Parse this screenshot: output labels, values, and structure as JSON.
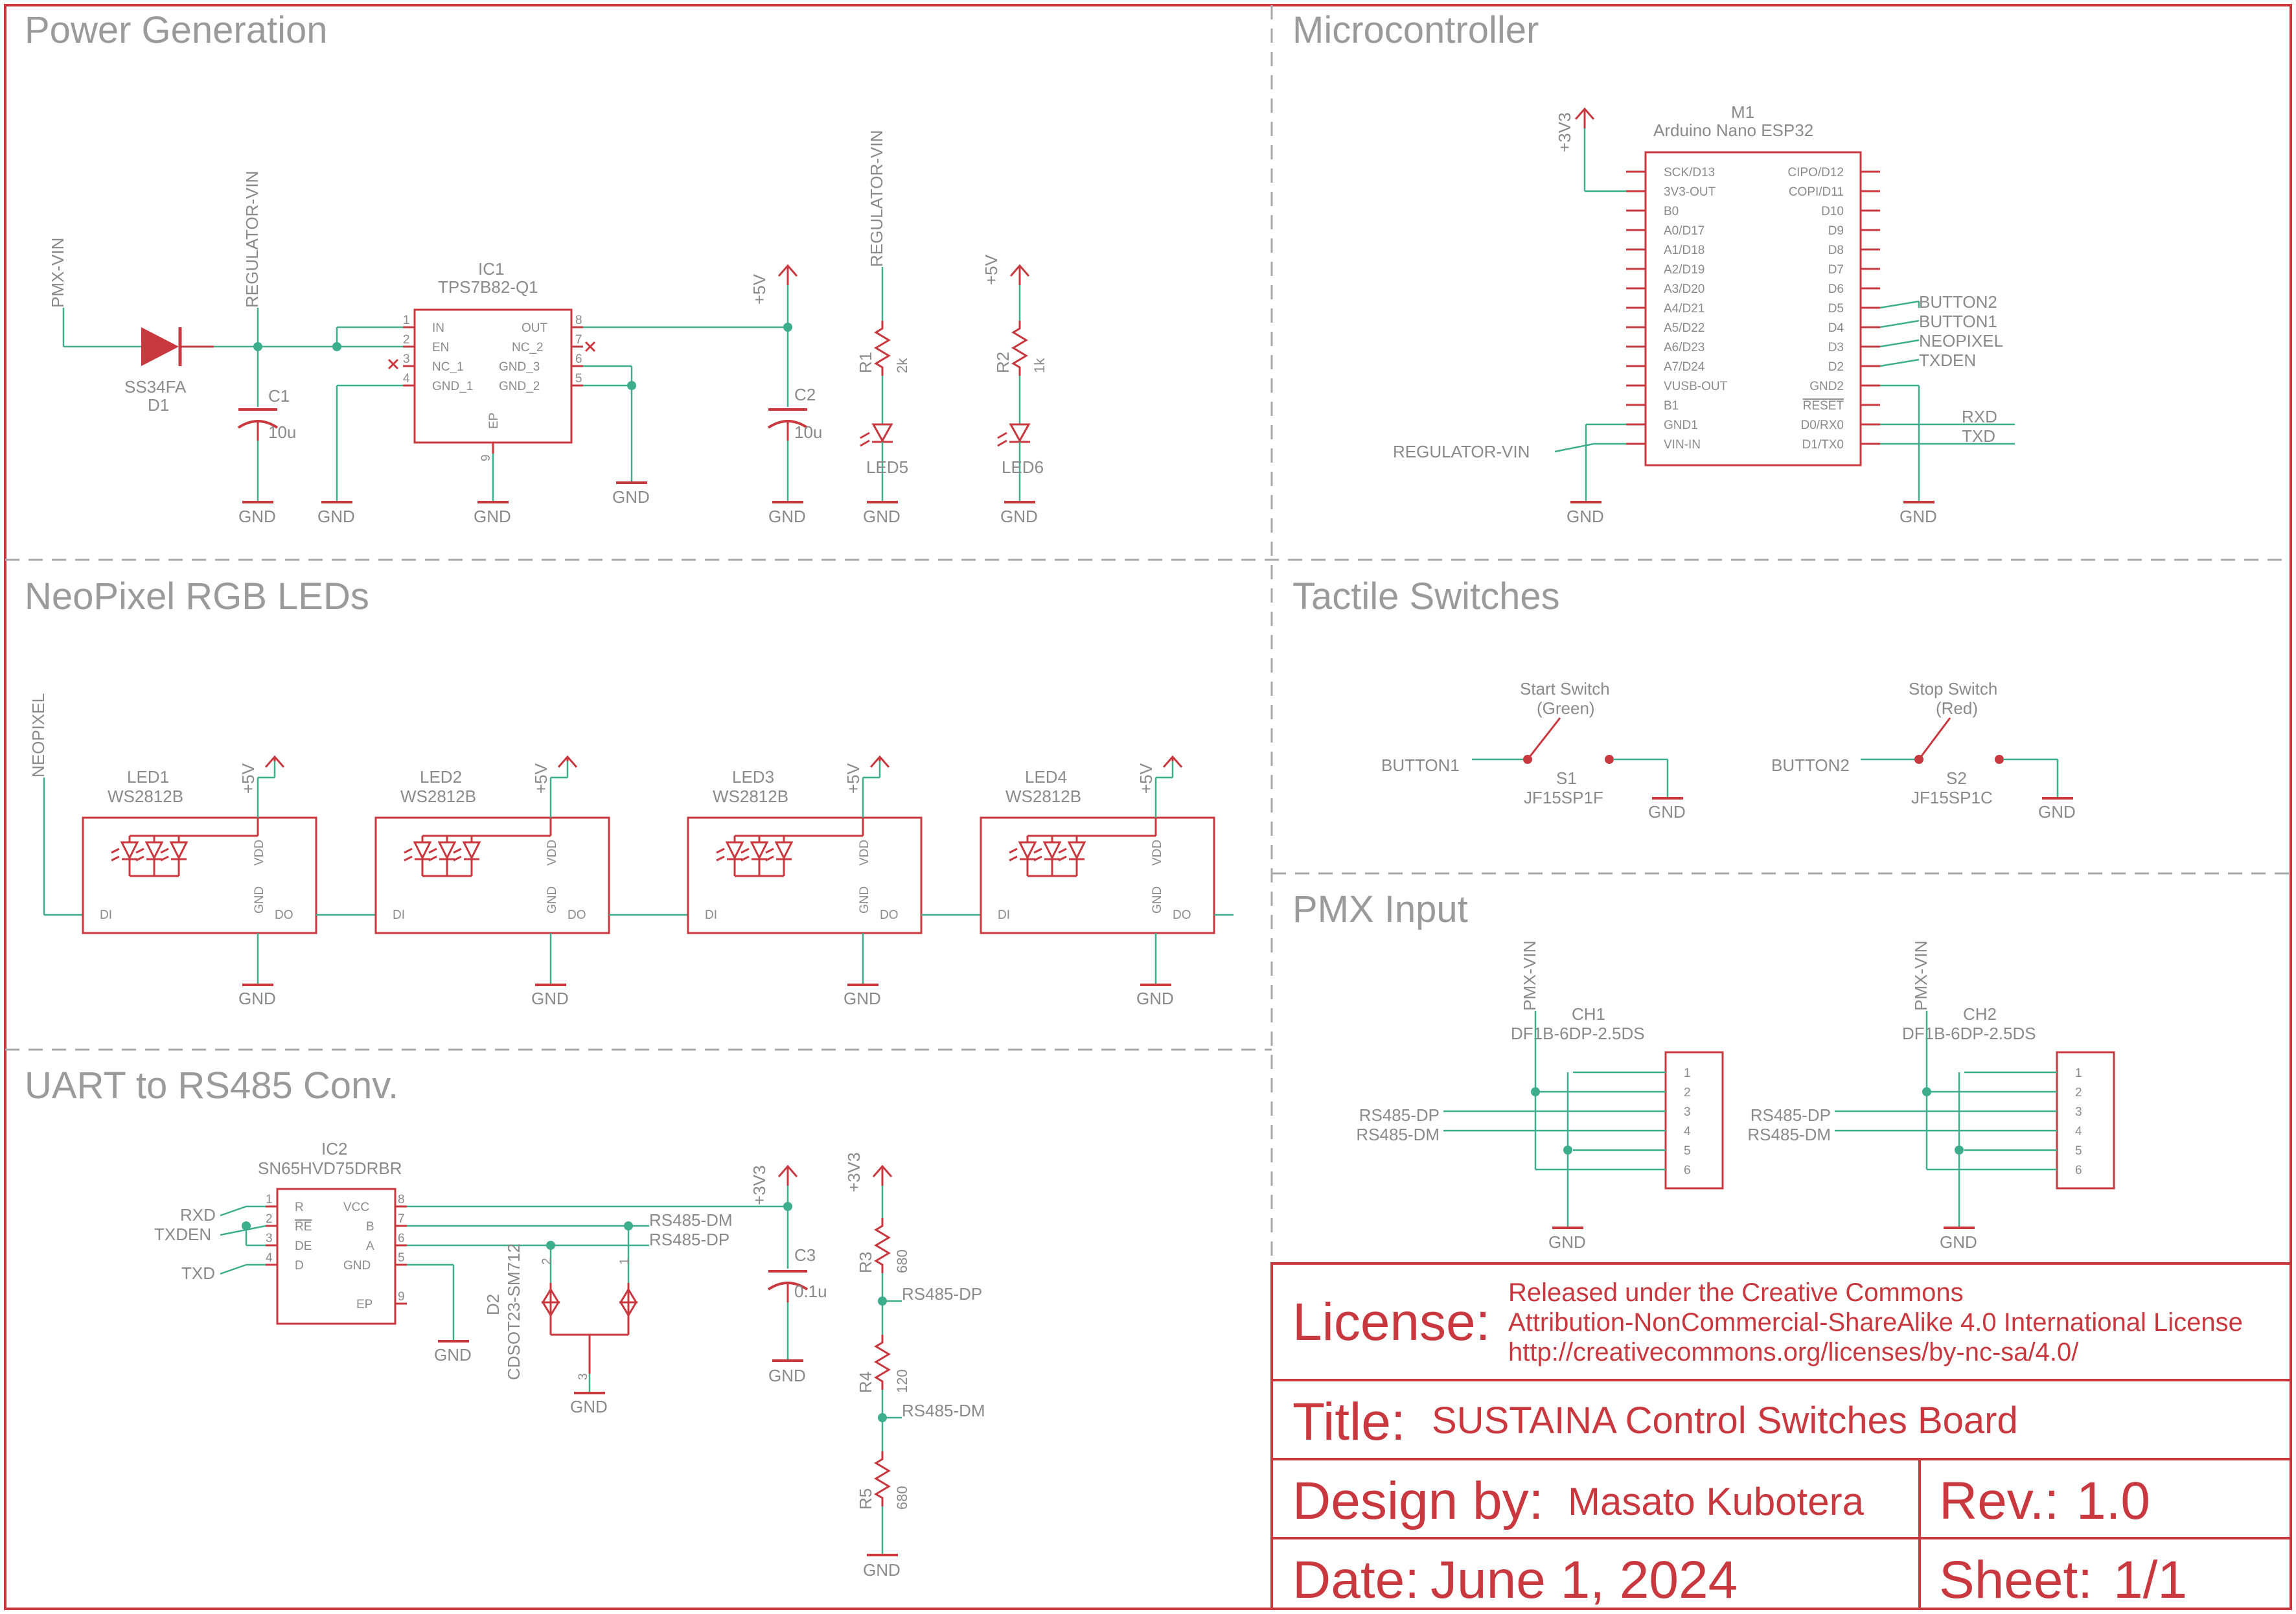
{
  "sections": {
    "power": "Power Generation",
    "mcu": "Microcontroller",
    "neopixel": "NeoPixel RGB LEDs",
    "switches": "Tactile Switches",
    "uart": "UART to RS485 Conv.",
    "pmx": "PMX Input"
  },
  "power": {
    "pmx_vin": "PMX-VIN",
    "reg_vin": "REGULATOR-VIN",
    "d1_part": "SS34FA",
    "d1_ref": "D1",
    "c1_ref": "C1",
    "c1_val": "10u",
    "ic1_ref": "IC1",
    "ic1_part": "TPS7B82-Q1",
    "ic1_pins_left": [
      "IN",
      "EN",
      "NC_1",
      "GND_1"
    ],
    "ic1_pins_right": [
      "OUT",
      "NC_2",
      "GND_3",
      "GND_2"
    ],
    "ic1_pinnums_left": [
      "1",
      "2",
      "3",
      "4"
    ],
    "ic1_pinnums_right": [
      "8",
      "7",
      "6",
      "5"
    ],
    "ic1_ep": "EP",
    "ic1_ep_num": "9",
    "v5": "+5V",
    "c2_ref": "C2",
    "c2_val": "10u",
    "r1_ref": "R1",
    "r1_val": "2k",
    "r2_ref": "R2",
    "r2_val": "1k",
    "led5": "LED5",
    "led6": "LED6",
    "gnd": "GND"
  },
  "mcu": {
    "v33": "+3V3",
    "m1_ref": "M1",
    "m1_part": "Arduino Nano ESP32",
    "pins_left": [
      "SCK/D13",
      "3V3-OUT",
      "B0",
      "A0/D17",
      "A1/D18",
      "A2/D19",
      "A3/D20",
      "A4/D21",
      "A5/D22",
      "A6/D23",
      "A7/D24",
      "VUSB-OUT",
      "B1",
      "GND1",
      "VIN-IN"
    ],
    "pins_right": [
      "CIPO/D12",
      "COPI/D11",
      "D10",
      "D9",
      "D8",
      "D7",
      "D6",
      "D5",
      "D4",
      "D3",
      "D2",
      "GND2",
      "RESET",
      "D0/RX0",
      "D1/TX0"
    ],
    "net_button2": "BUTTON2",
    "net_button1": "BUTTON1",
    "net_neopixel": "NEOPIXEL",
    "net_txden": "TXDEN",
    "net_rxd": "RXD",
    "net_txd": "TXD",
    "net_regvin": "REGULATOR-VIN",
    "gnd": "GND"
  },
  "neopixel": {
    "net": "NEOPIXEL",
    "leds": [
      {
        "ref": "LED1",
        "part": "WS2812B"
      },
      {
        "ref": "LED2",
        "part": "WS2812B"
      },
      {
        "ref": "LED3",
        "part": "WS2812B"
      },
      {
        "ref": "LED4",
        "part": "WS2812B"
      }
    ],
    "v5": "+5V",
    "pin_di": "DI",
    "pin_do": "DO",
    "pin_vdd": "VDD",
    "pin_gnd": "GND",
    "gnd": "GND"
  },
  "switches": {
    "s1": {
      "title": "Start Switch",
      "color": "(Green)",
      "net": "BUTTON1",
      "ref": "S1",
      "part": "JF15SP1F"
    },
    "s2": {
      "title": "Stop Switch",
      "color": "(Red)",
      "net": "BUTTON2",
      "ref": "S2",
      "part": "JF15SP1C"
    },
    "gnd": "GND"
  },
  "uart": {
    "ic2_ref": "IC2",
    "ic2_part": "SN65HVD75DRBR",
    "pins_left": [
      "R",
      "RE",
      "DE",
      "D"
    ],
    "pins_right": [
      "VCC",
      "B",
      "A",
      "GND",
      "EP"
    ],
    "pinnums_left": [
      "1",
      "2",
      "3",
      "4"
    ],
    "pinnums_right": [
      "8",
      "7",
      "6",
      "5",
      "9"
    ],
    "net_rxd": "RXD",
    "net_txden": "TXDEN",
    "net_txd": "TXD",
    "v33": "+3V3",
    "net_dm": "RS485-DM",
    "net_dp": "RS485-DP",
    "d2_ref": "D2",
    "d2_part": "CDSOT23-SM712",
    "d2_pins": [
      "2",
      "1",
      "3"
    ],
    "c3_ref": "C3",
    "c3_val": "0.1u",
    "r3_ref": "R3",
    "r3_val": "680",
    "r4_ref": "R4",
    "r4_val": "120",
    "r5_ref": "R5",
    "r5_val": "680",
    "gnd": "GND"
  },
  "pmx": {
    "net_vin": "PMX-VIN",
    "ch1_ref": "CH1",
    "ch2_ref": "CH2",
    "part": "DF1B-6DP-2.5DS",
    "pins": [
      "1",
      "2",
      "3",
      "4",
      "5",
      "6"
    ],
    "net_dp": "RS485-DP",
    "net_dm": "RS485-DM",
    "gnd": "GND"
  },
  "titleblock": {
    "license_label": "License:",
    "license_lines": [
      "Released under the Creative Commons",
      "Attribution-NonCommercial-ShareAlike 4.0 International License",
      "http://creativecommons.org/licenses/by-nc-sa/4.0/"
    ],
    "title_label": "Title:",
    "title_value": "SUSTAINA Control Switches Board",
    "design_label": "Design by:",
    "design_value": "Masato Kubotera",
    "rev_label": "Rev.:",
    "rev_value": "1.0",
    "date_label": "Date:",
    "date_value": "June 1, 2024",
    "sheet_label": "Sheet:",
    "sheet_value": "1/1"
  },
  "colors": {
    "symbol": "#c8383e",
    "net": "#3dae8a",
    "text": "#8a8a8a",
    "divider": "#a8a8a8"
  }
}
